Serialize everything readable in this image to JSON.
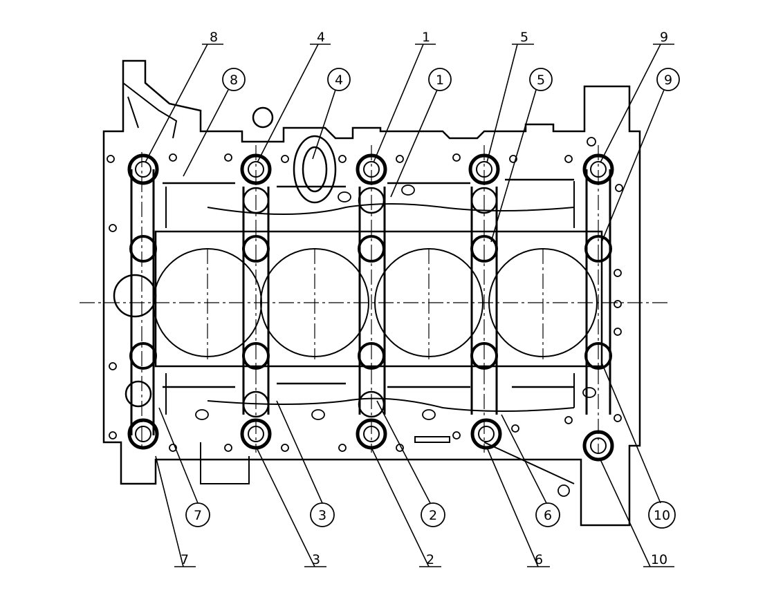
{
  "diagram": {
    "callouts_top_plain": [
      {
        "id": "8",
        "text": "8"
      },
      {
        "id": "4",
        "text": "4"
      },
      {
        "id": "1",
        "text": "1"
      },
      {
        "id": "5",
        "text": "5"
      },
      {
        "id": "9",
        "text": "9"
      }
    ],
    "callouts_top_circled": [
      {
        "id": "8",
        "text": "8"
      },
      {
        "id": "4",
        "text": "4"
      },
      {
        "id": "1",
        "text": "1"
      },
      {
        "id": "5",
        "text": "5"
      },
      {
        "id": "9",
        "text": "9"
      }
    ],
    "callouts_bottom_circled": [
      {
        "id": "7",
        "text": "7"
      },
      {
        "id": "3",
        "text": "3"
      },
      {
        "id": "2",
        "text": "2"
      },
      {
        "id": "6",
        "text": "6"
      },
      {
        "id": "10",
        "text": "10"
      }
    ],
    "callouts_bottom_plain": [
      {
        "id": "7",
        "text": "7"
      },
      {
        "id": "3",
        "text": "3"
      },
      {
        "id": "2",
        "text": "2"
      },
      {
        "id": "6",
        "text": "6"
      },
      {
        "id": "10",
        "text": "10"
      }
    ]
  }
}
